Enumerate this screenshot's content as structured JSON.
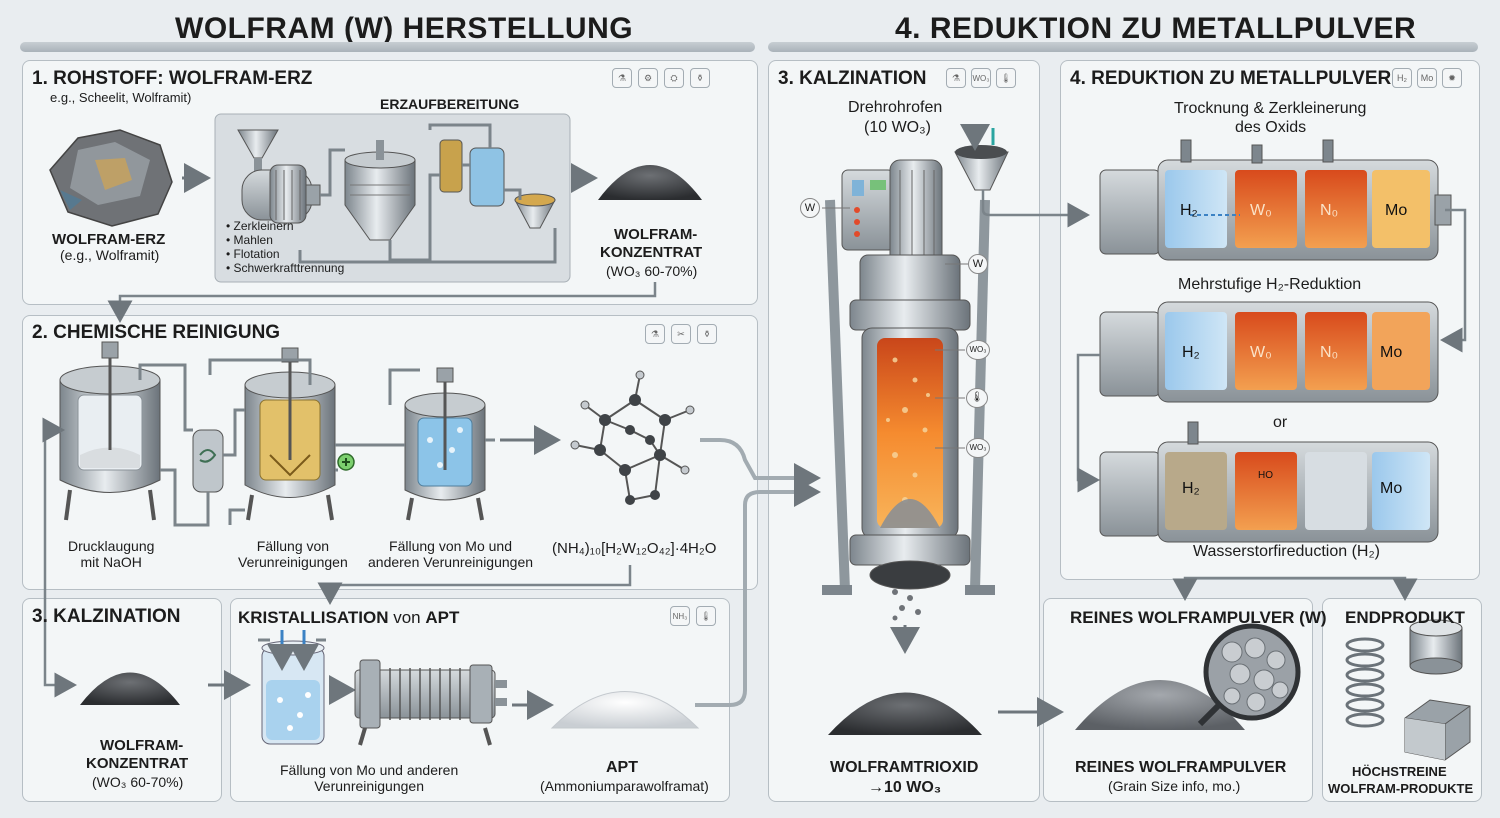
{
  "header": {
    "left_title": "WOLFRAM (W) HERSTELLUNG",
    "right_title": "4. REDUKTION ZU METALLPULVER"
  },
  "section1": {
    "title": "1. ROHSTOFF: WOLFRAM-ERZ",
    "subtitle": "e.g., Scheelit, Wolframit)",
    "ore_label": "WOLFRAM-ERZ",
    "ore_sub": "(e.g., Wolframit)",
    "processing_title": "ERZAUFBEREITUNG",
    "steps": [
      "Zerkleinern",
      "Mahlen",
      "Flotation",
      "Schwerkrafttrennung"
    ],
    "concentrate_label_1": "WOLFRAM-",
    "concentrate_label_2": "KONZENTRAT",
    "concentrate_sub": "(WO₃ 60-70%)"
  },
  "section2": {
    "title": "2. CHEMISCHE REINIGUNG",
    "reactor1": "Drucklaugung\nmit NaOH",
    "reactor2": "Fällung von\nVerunreinigungen",
    "reactor3": "Fällung von Mo und\nanderen Verunreinigungen",
    "formula": "(NH₄)₁₀[H₂W₁₂O₄₂]·4H₂O"
  },
  "section3": {
    "title": "3. KALZINATION",
    "concentrate_label_1": "WOLFRAM-",
    "concentrate_label_2": "KONZENTRAT",
    "concentrate_sub": "(WO₃ 60-70%)"
  },
  "crystallisation": {
    "title_bold": "KRISTALLISATION",
    "title_rest": " von ",
    "title_bold2": "APT",
    "caption": "Fällung von Mo und anderen\nVerunreinigungen",
    "apt_label": "APT",
    "apt_sub": "(Ammoniumparawolframat)",
    "chip_text": "NH₃"
  },
  "kiln": {
    "title": "3. KALZINATION",
    "caption_1": "Drehrohrofen",
    "caption_2": "(10 WO₃)",
    "marker_w1": "W",
    "marker_w2": "W",
    "marker_wo3_1": "WO₃",
    "marker_wo3_2": "WO₃",
    "chip_text": "WO₃",
    "product_label_1": "WOLFRAMTRIOXID",
    "product_label_2": "→10 WO₃"
  },
  "reduction": {
    "title": "4. REDUKTION ZU METALLPULVER",
    "chip_h2": "H₂",
    "chip_mo": "Mo",
    "caption_top_1": "Trocknung & Zerkleinerung",
    "caption_top_2": "des Oxids",
    "furnace1": [
      "H₂",
      "W₀",
      "N₀",
      "Mo"
    ],
    "caption_mid": "Mehrstufige H₂-Reduktion",
    "furnace2": [
      "H₂",
      "W₀",
      "N₀",
      "Mo"
    ],
    "or_label": "or",
    "furnace3": [
      "H₂",
      "HO",
      "Mo"
    ],
    "caption_bottom": "Wasserstorfireduction (H₂)"
  },
  "pure_powder": {
    "title": "REINES WOLFRAMPULVER (W)",
    "label": "REINES WOLFRAMPULVER",
    "sub": "(Grain Size info, mo.)"
  },
  "end_product": {
    "title": "ENDPRODUKT",
    "label_1": "HÖCHSTREINE",
    "label_2": "WOLFRAM-PRODUKTE"
  },
  "colors": {
    "h2_chamber": "#7fb6e0",
    "hot_chamber": "#e0602a",
    "mo_chamber": "#f08a3a",
    "kiln_glow": "#f07a2a",
    "apt_powder": "#f4f6f8",
    "ore_powder": "#3a3c3f"
  }
}
